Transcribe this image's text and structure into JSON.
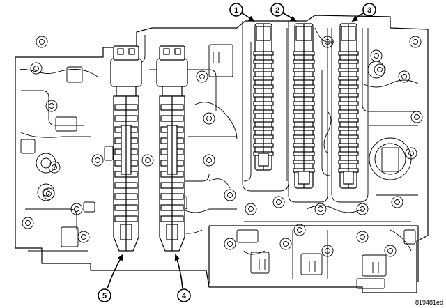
{
  "callouts": [
    {
      "label": "1"
    },
    {
      "label": "2"
    },
    {
      "label": "3"
    },
    {
      "label": "4"
    },
    {
      "label": "5"
    }
  ],
  "figure_code": "819481ed",
  "colors": {
    "line": "#000000",
    "background": "#ffffff"
  }
}
